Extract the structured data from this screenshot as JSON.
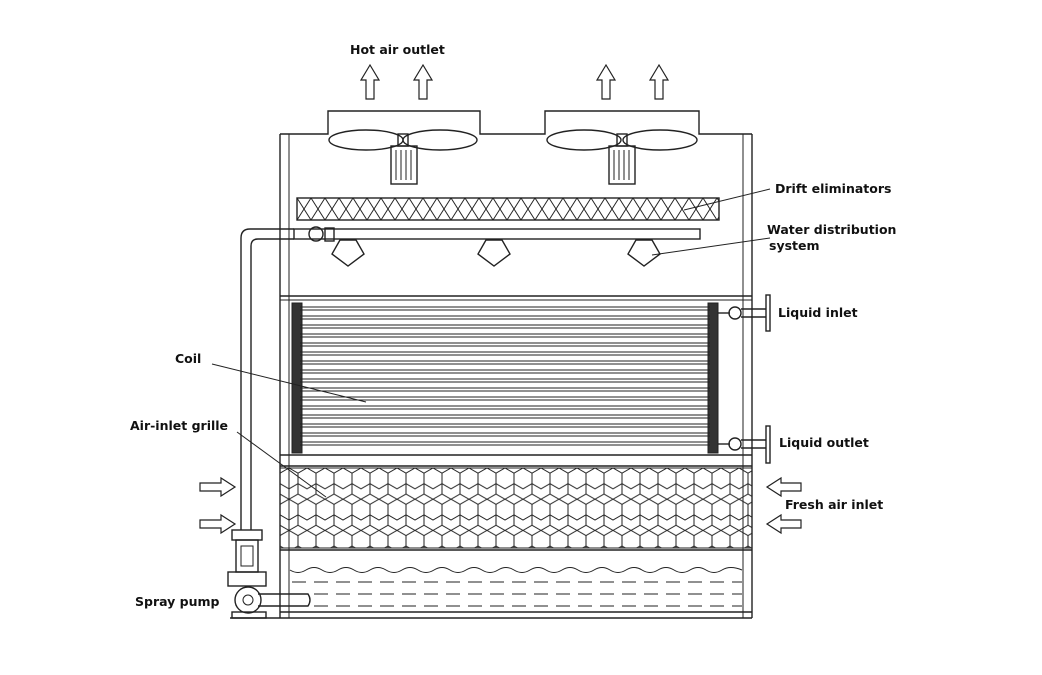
{
  "labels": {
    "hot_air_outlet": "Hot air outlet",
    "drift_eliminators": "Drift eliminators",
    "water_distribution_line1": "Water distribution",
    "water_distribution_line2": "system",
    "liquid_inlet": "Liquid inlet",
    "coil": "Coil",
    "air_inlet_grille": "Air-inlet grille",
    "liquid_outlet": "Liquid outlet",
    "fresh_air_inlet": "Fresh air inlet",
    "spray_pump": "Spray pump"
  }
}
